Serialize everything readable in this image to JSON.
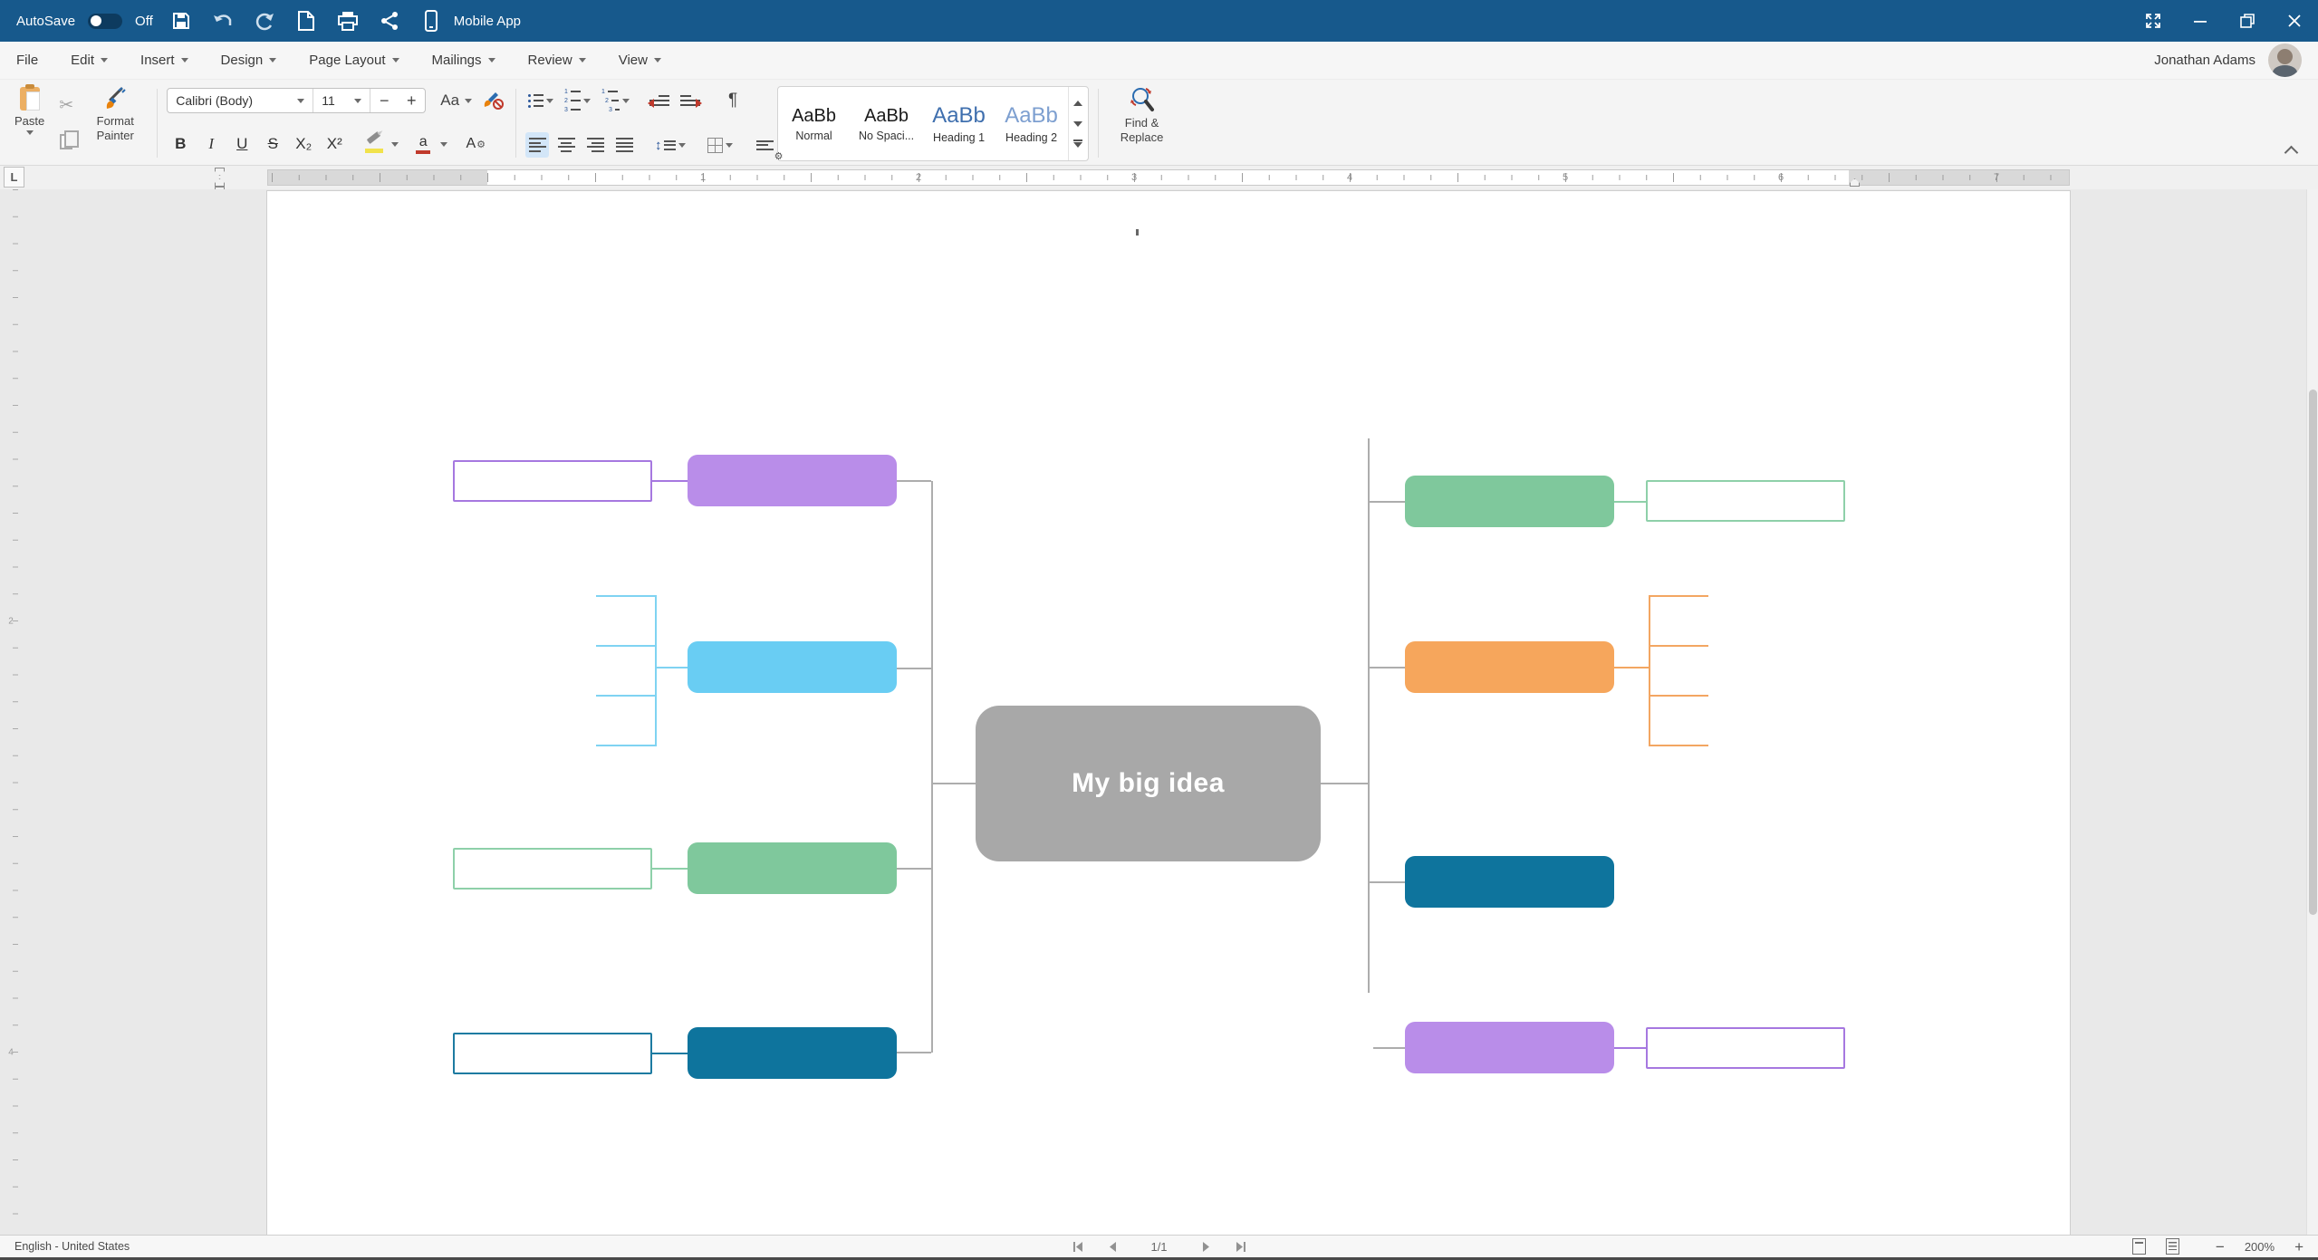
{
  "titlebar": {
    "autosave_label": "AutoSave",
    "autosave_state": "Off",
    "doc_title": "Mobile App"
  },
  "menubar": {
    "items": [
      "File",
      "Edit",
      "Insert",
      "Design",
      "Page Layout",
      "Mailings",
      "Review",
      "View"
    ],
    "user_name": "Jonathan Adams"
  },
  "ribbon": {
    "clipboard": {
      "paste": "Paste",
      "format_painter": "Format Painter"
    },
    "font": {
      "name": "Calibri (Body)",
      "size": "11",
      "minus": "−",
      "plus": "+",
      "change_case": "Aa",
      "bold": "B",
      "italic": "I",
      "underline": "U",
      "strikethrough": "S",
      "subscript": "X₂",
      "superscript": "X²",
      "font_color": "a",
      "font_settings": "A"
    },
    "paragraph": {
      "pilcrow": "¶"
    },
    "styles": [
      {
        "preview": "AaBb",
        "label": "Normal"
      },
      {
        "preview": "AaBb",
        "label": "No Spaci..."
      },
      {
        "preview": "AaBb",
        "label": "Heading 1"
      },
      {
        "preview": "AaBb",
        "label": "Heading 2"
      }
    ],
    "find_replace": "Find & Replace"
  },
  "ruler": {
    "tab_selector": "L",
    "numbers": [
      "1",
      "2",
      "3",
      "4",
      "5",
      "6",
      "7"
    ],
    "vertical_numbers": [
      "2",
      "4"
    ]
  },
  "document": {
    "mindmap": {
      "center_label": "My big idea",
      "colors": {
        "center_fill": "#a8a8a8",
        "connector": "#adadad",
        "purple_fill": "#b98de9",
        "purple_stroke": "#a678e0",
        "blue_fill": "#69cdf3",
        "blue_stroke": "#7fd3f2",
        "green_fill": "#7fc89c",
        "green_stroke": "#8ed0a9",
        "orange_fill": "#f6a65c",
        "orange_stroke": "#f3a662",
        "teal_fill": "#0e749d",
        "teal_stroke": "#1d7ba1"
      }
    }
  },
  "statusbar": {
    "language": "English - United States",
    "page_indicator": "1/1",
    "zoom_out": "−",
    "zoom_level": "200%",
    "zoom_in": "+"
  }
}
